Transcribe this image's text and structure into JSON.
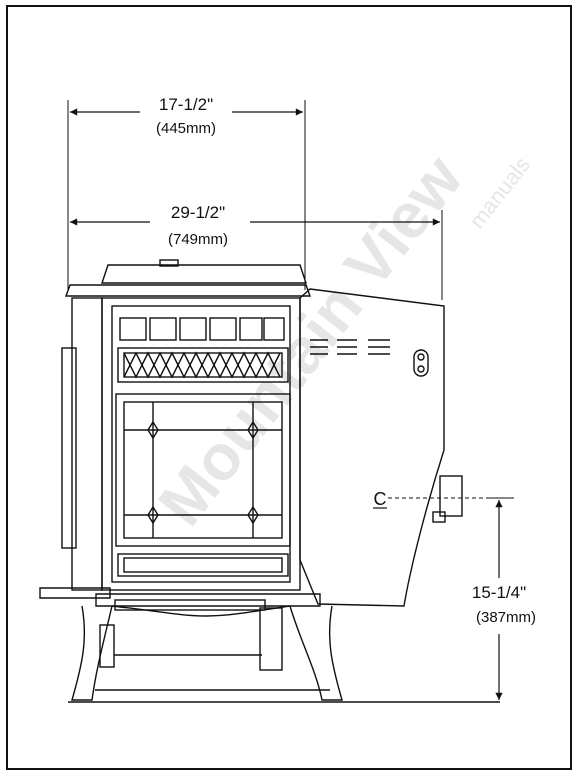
{
  "watermark": {
    "main": "Mountain View",
    "small": "manuals"
  },
  "dimensions": {
    "depth_top": {
      "value": "17-1/2\"",
      "metric": "(445mm)"
    },
    "depth_overall": {
      "value": "29-1/2\"",
      "metric": "(749mm)"
    },
    "flue_height": {
      "value": "15-1/4\"",
      "metric": "(387mm)"
    }
  },
  "centerline_symbol": "C",
  "colors": {
    "line": "#111111",
    "watermark": "#e6e6e6",
    "background": "#ffffff"
  }
}
